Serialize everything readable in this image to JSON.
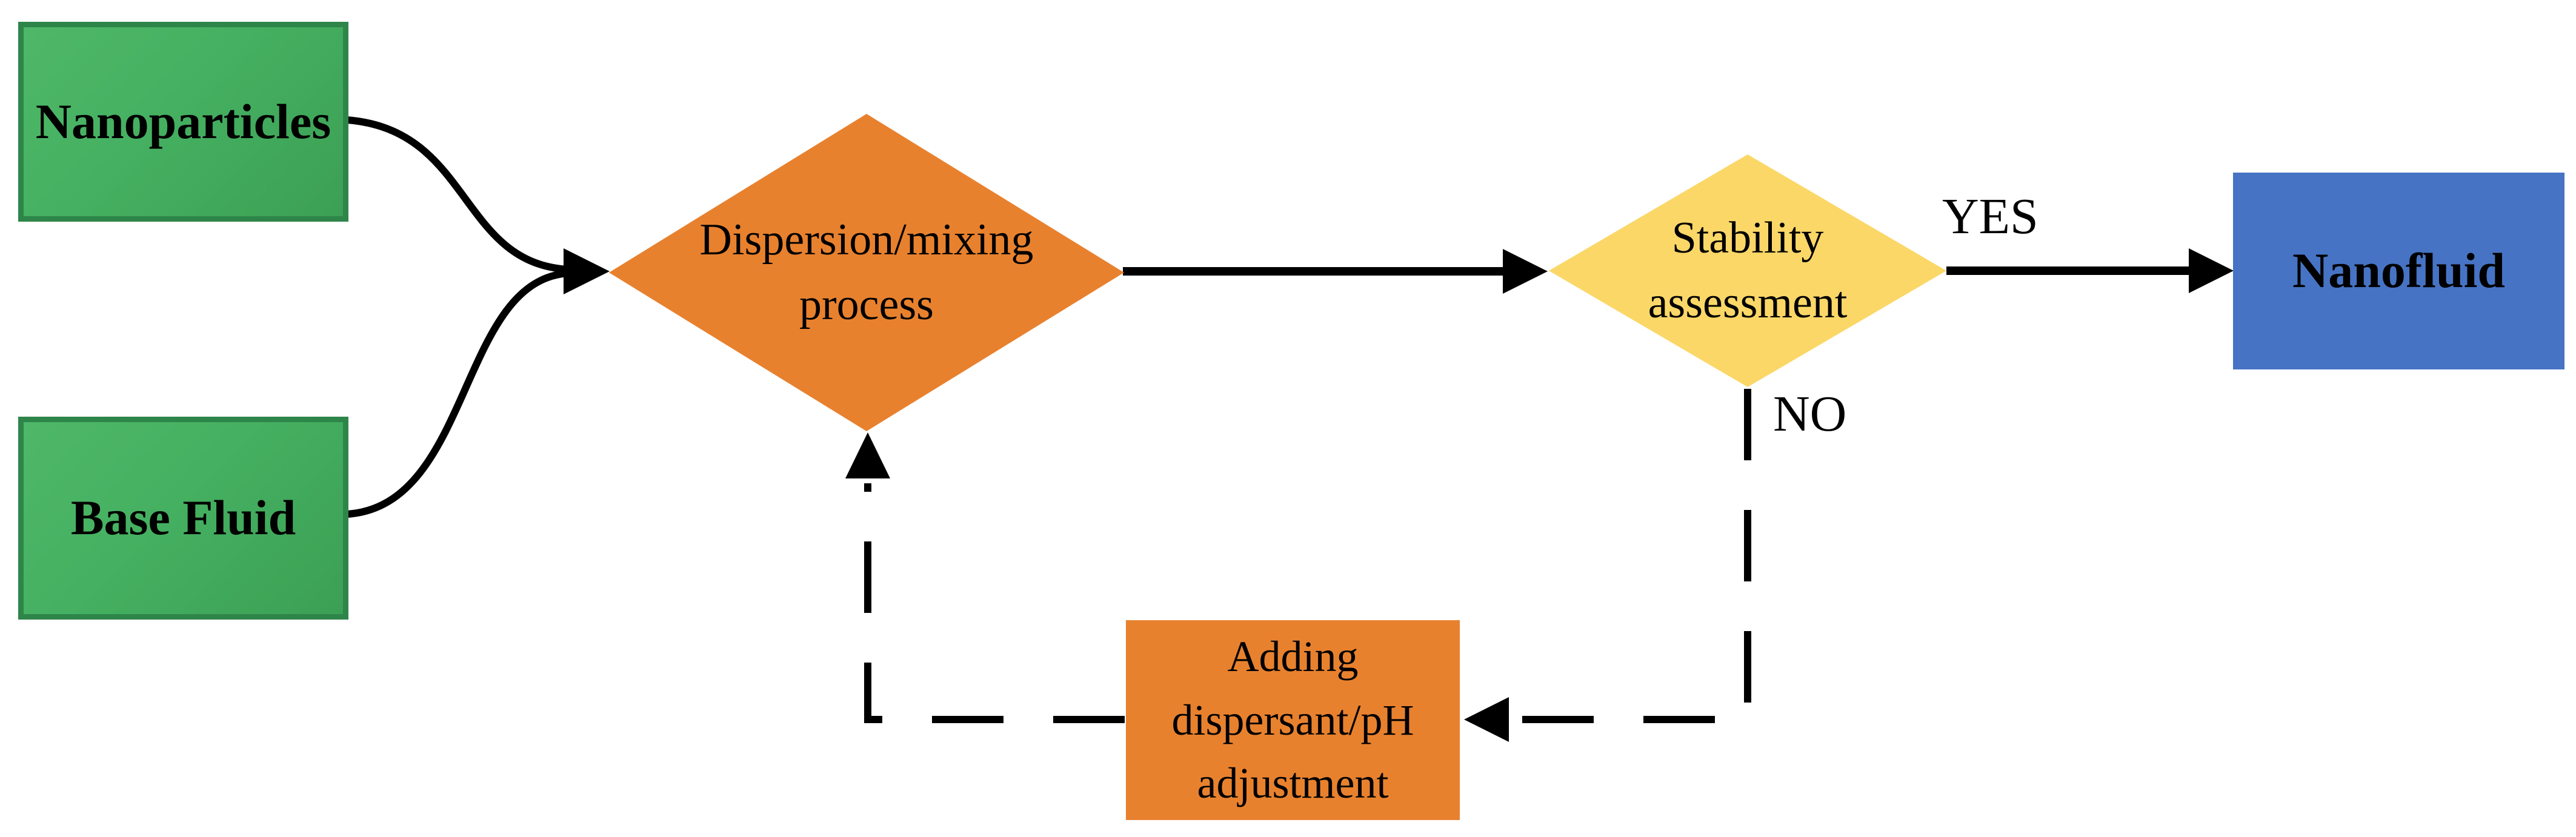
{
  "nodes": {
    "nanoparticles": {
      "label": "Nanoparticles",
      "shape": "rectangle",
      "fill": "#45b061"
    },
    "base_fluid": {
      "label": "Base Fluid",
      "shape": "rectangle",
      "fill": "#45b061"
    },
    "dispersion_process": {
      "lines": [
        "Dispersion/mixing",
        "process"
      ],
      "shape": "diamond",
      "fill": "#e8812e"
    },
    "stability_assessment": {
      "lines": [
        "Stability",
        "assessment"
      ],
      "shape": "diamond",
      "fill": "#fbd768"
    },
    "adding_dispersant": {
      "lines": [
        "Adding",
        "dispersant/pH",
        "adjustment"
      ],
      "shape": "rectangle",
      "fill": "#e8812e"
    },
    "nanofluid": {
      "label": "Nanofluid",
      "shape": "rectangle",
      "fill": "#4673c4"
    }
  },
  "edge_labels": {
    "yes": "YES",
    "no": "NO"
  },
  "edges": [
    {
      "from": "nanoparticles",
      "to": "dispersion_process",
      "style": "solid-curve"
    },
    {
      "from": "base_fluid",
      "to": "dispersion_process",
      "style": "solid-curve"
    },
    {
      "from": "dispersion_process",
      "to": "stability_assessment",
      "style": "solid"
    },
    {
      "from": "stability_assessment",
      "to": "nanofluid",
      "style": "solid",
      "label": "YES"
    },
    {
      "from": "stability_assessment",
      "to": "adding_dispersant",
      "style": "dashed",
      "label": "NO"
    },
    {
      "from": "adding_dispersant",
      "to": "dispersion_process",
      "style": "dashed"
    }
  ],
  "colors": {
    "green_fill": "#45b061",
    "green_border": "#2e8549",
    "orange": "#e8812e",
    "yellow": "#fbd768",
    "blue": "#4673c4",
    "line": "#000000",
    "background": "#ffffff"
  }
}
